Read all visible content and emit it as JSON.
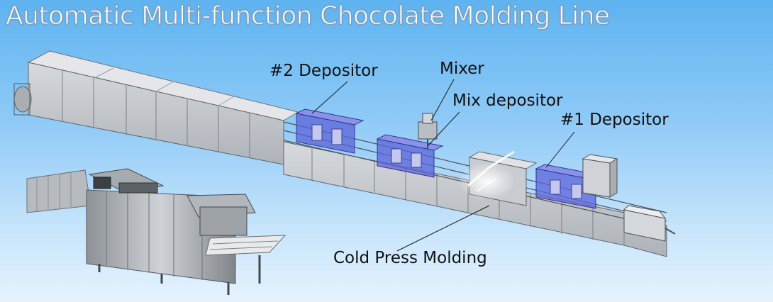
{
  "title": "Automatic Multi-function Chocolate Molding Line",
  "callouts": {
    "depositor_2": "#2 Depositor",
    "mixer": "Mixer",
    "mix_depositor": "Mix depositor",
    "depositor_1": "#1 Depositor",
    "cold_press": "Cold Press Molding"
  },
  "colors": {
    "background_top": "#5eb3f0",
    "background_bottom": "#e6f3fd",
    "machine_panel": "#c9cdd2",
    "machine_roof": "#dfe2e6",
    "depositor_window": "#5b63d8",
    "steel": "#b8bcc0"
  }
}
